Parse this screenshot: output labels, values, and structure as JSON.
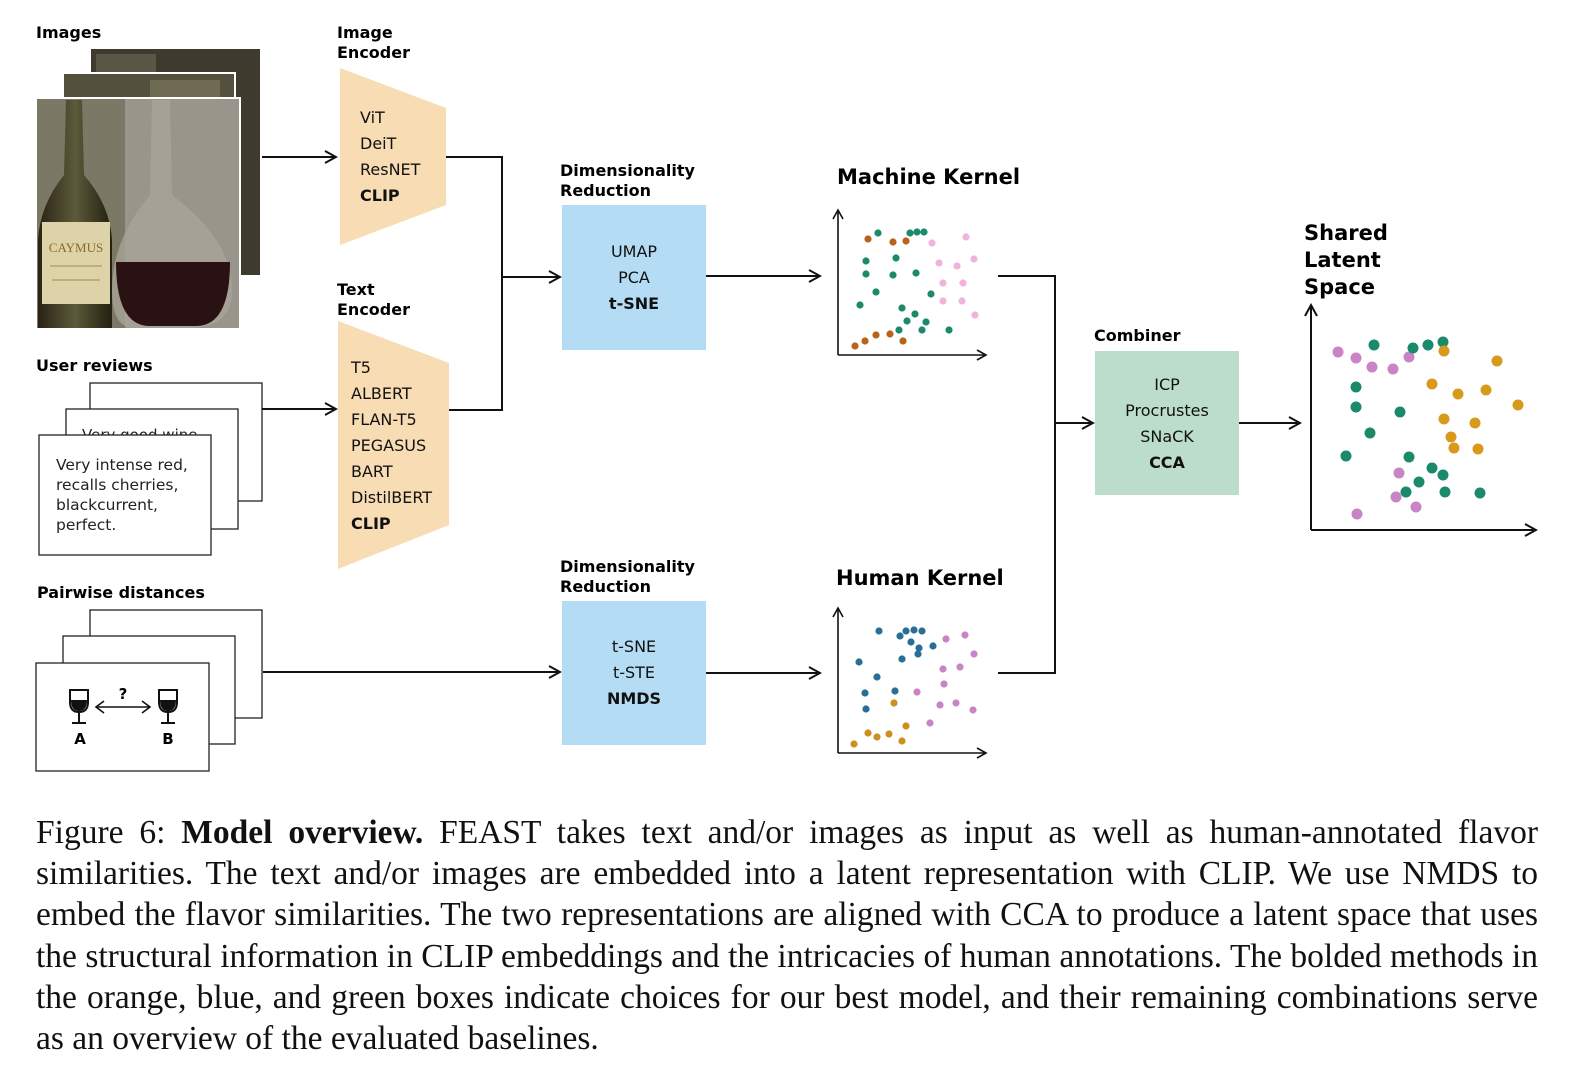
{
  "labels": {
    "images": "Images",
    "image_encoder": [
      "Image",
      "Encoder"
    ],
    "text_encoder": [
      "Text",
      "Encoder"
    ],
    "user_reviews": "User reviews",
    "pairwise_distances": "Pairwise distances",
    "dim_reduction_top": [
      "Dimensionality",
      "Reduction"
    ],
    "dim_reduction_bottom": [
      "Dimensionality",
      "Reduction"
    ],
    "machine_kernel": "Machine Kernel",
    "human_kernel": "Human Kernel",
    "combiner": "Combiner",
    "shared_latent_space": [
      "Shared",
      "Latent",
      "Space"
    ]
  },
  "image_encoder_methods": [
    "ViT",
    "DeiT",
    "ResNET",
    "CLIP"
  ],
  "text_encoder_methods": [
    "T5",
    "ALBERT",
    "FLAN-T5",
    "PEGASUS",
    "BART",
    "DistilBERT",
    "CLIP"
  ],
  "dimred_top_methods": [
    "UMAP",
    "PCA",
    "t-SNE"
  ],
  "dimred_bottom_methods": [
    "t-SNE",
    "t-STE",
    "NMDS"
  ],
  "combiner_methods": [
    "ICP",
    "Procrustes",
    "SNaCK",
    "CCA"
  ],
  "bold_choices": {
    "image_encoder": "CLIP",
    "text_encoder": "CLIP",
    "dimred_top": "t-SNE",
    "dimred_bottom": "NMDS",
    "combiner": "CCA"
  },
  "review_text": [
    "Very intense red,",
    "recalls cherries,",
    "blackcurrent,",
    "perfect."
  ],
  "review_back_text": "Very good wine",
  "pairwise": {
    "left": "A",
    "right": "B",
    "question": "?"
  },
  "bottle_label": "CAYMUS",
  "colors": {
    "encoder": "#f7dcb4",
    "dimred": "#b4dcf4",
    "combiner": "#bcdccc",
    "green": "#1a8a6a",
    "brown": "#b8621a",
    "pink": "#f0b4dc",
    "blue": "#2a6e96",
    "gold": "#cc9022",
    "purple": "#c884c4",
    "shared_gold": "#d89a1c"
  },
  "caption": {
    "prefix": "Figure 6: ",
    "bold": "Model overview.",
    "body": " FEAST takes text and/or images as input as well as human-annotated flavor similarities. The text and/or images are embedded into a latent representation with CLIP. We use NMDS to embed the flavor similarities. The two representations are aligned with CCA to produce a latent space that uses the structural information in CLIP embeddings and the intricacies of human annotations. The bolded methods in the orange, blue, and green boxes indicate choices for our best model, and their remaining combinations serve as an overview of the evaluated baselines."
  }
}
